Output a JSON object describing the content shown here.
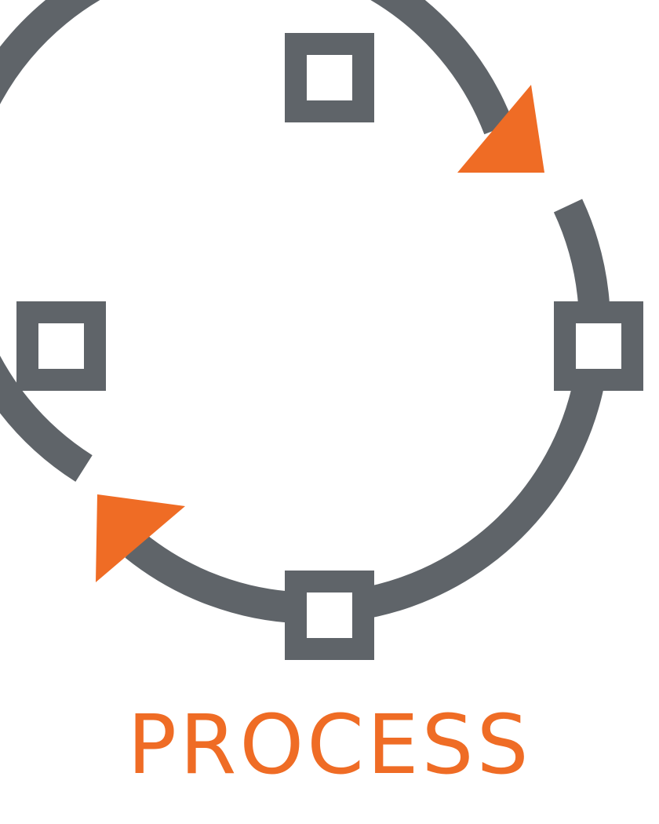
{
  "caption": {
    "text": "PROCESS"
  },
  "colors": {
    "ring": "#5f6469",
    "arrow": "#ef6c25",
    "node_fill": "#ffffff",
    "caption": "#ef6c25"
  },
  "icons": {
    "ring": "cycle-ring",
    "nodes": [
      "top-node-square",
      "right-node-square",
      "bottom-node-square",
      "left-node-square"
    ],
    "arrows": [
      "upper-right-arrowhead",
      "lower-left-arrowhead"
    ]
  }
}
